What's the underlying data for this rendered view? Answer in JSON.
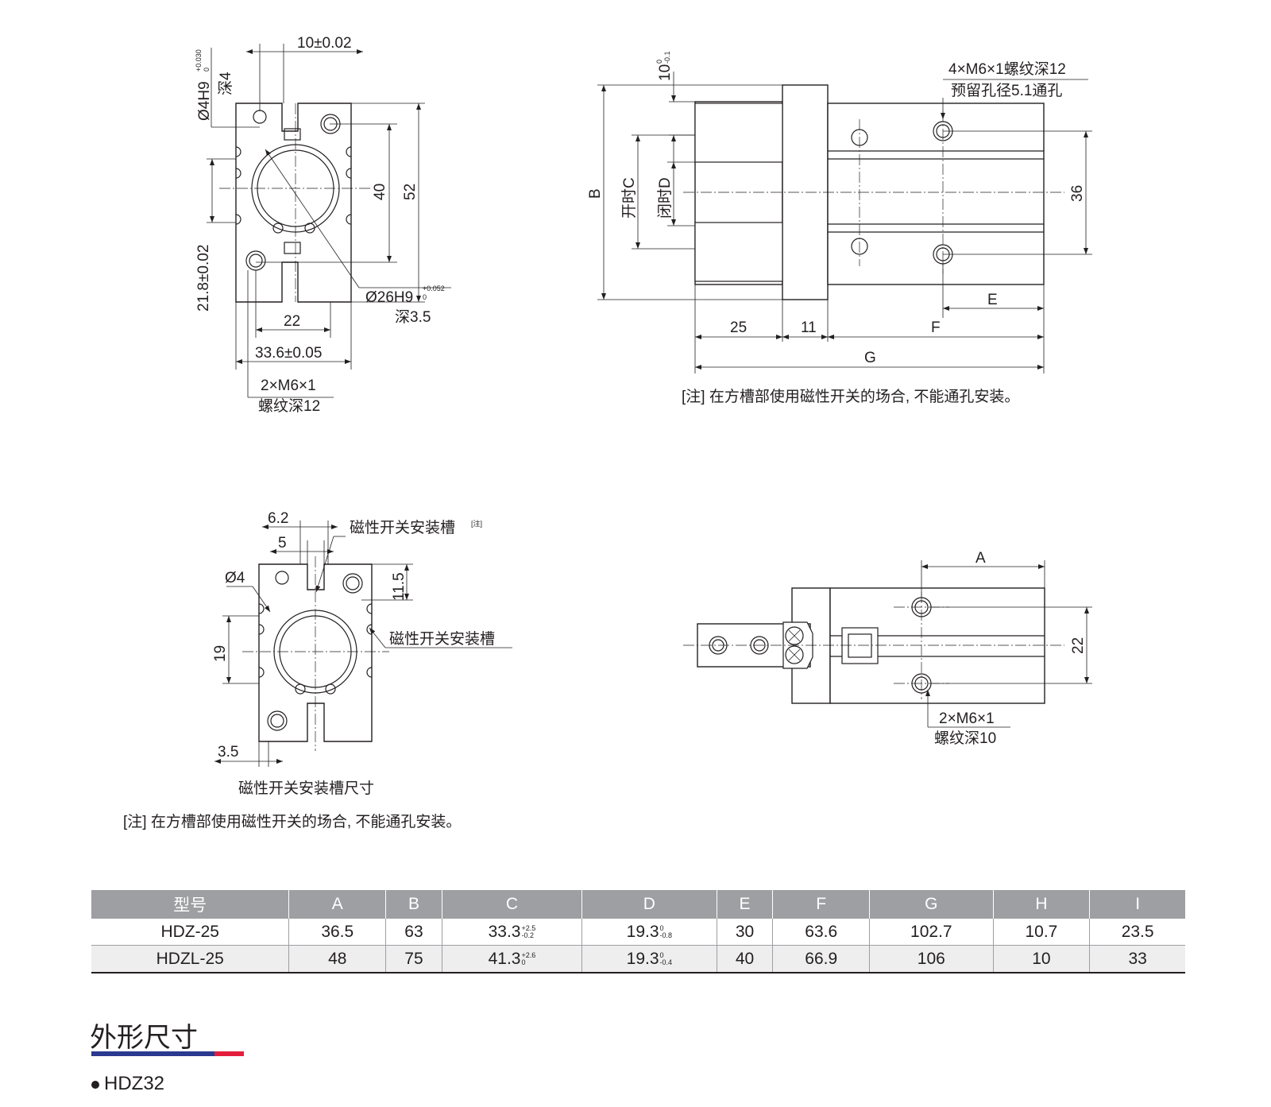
{
  "top_left_view": {
    "dim_width_slot": "10±0.02",
    "dim_pin_hole": "Ø4H9",
    "dim_pin_hole_tol_upper": "+0.030",
    "dim_pin_hole_tol_lower": "0",
    "dim_pin_depth": "深4",
    "dim_40": "40",
    "dim_52": "52",
    "dim_21_8": "21.8±0.02",
    "dim_bore": "Ø26H9",
    "dim_bore_tol_upper": "+0.052",
    "dim_bore_tol_lower": "0",
    "dim_bore_depth": "深3.5",
    "dim_22": "22",
    "dim_33_6": "33.6±0.05",
    "dim_thread": "2×M6×1",
    "dim_thread_depth": "螺纹深12"
  },
  "top_right_view": {
    "dim_10": "10",
    "dim_10_tol_upper": "0",
    "dim_10_tol_lower": "-0.1",
    "dim_thread": "4×M6×1螺纹深12",
    "dim_hole": "预留孔径5.1通孔",
    "dim_B": "B",
    "dim_C": "开时C",
    "dim_D": "闭时D",
    "dim_36": "36",
    "dim_E": "E",
    "dim_25": "25",
    "dim_11": "11",
    "dim_F": "F",
    "dim_G": "G",
    "note": "[注] 在方槽部使用磁性开关的场合, 不能通孔安装。"
  },
  "bottom_left_view": {
    "dim_6_2": "6.2",
    "dim_5": "5",
    "dim_slot_label_top": "磁性开关安装槽",
    "dim_slot_note_mark": "[注]",
    "dim_hole": "Ø4",
    "dim_11_5": "11.5",
    "dim_slot_label_side": "磁性开关安装槽",
    "dim_19": "19",
    "dim_3_5": "3.5",
    "caption": "磁性开关安装槽尺寸",
    "note": "[注] 在方槽部使用磁性开关的场合, 不能通孔安装。"
  },
  "bottom_right_view": {
    "dim_A": "A",
    "dim_22": "22",
    "dim_thread": "2×M6×1",
    "dim_thread_depth": "螺纹深10"
  },
  "table": {
    "headers": [
      "型号",
      "A",
      "B",
      "C",
      "D",
      "E",
      "F",
      "G",
      "H",
      "I"
    ],
    "rows": [
      {
        "model": "HDZ-25",
        "A": "36.5",
        "B": "63",
        "C": "33.3",
        "C_tol_upper": "+2.5",
        "C_tol_lower": "-0.2",
        "D": "19.3",
        "D_tol_upper": "0",
        "D_tol_lower": "-0.8",
        "E": "30",
        "F": "63.6",
        "G": "102.7",
        "H": "10.7",
        "I": "23.5"
      },
      {
        "model": "HDZL-25",
        "A": "48",
        "B": "75",
        "C": "41.3",
        "C_tol_upper": "+2.6",
        "C_tol_lower": "0",
        "D": "19.3",
        "D_tol_upper": "0",
        "D_tol_lower": "-0.4",
        "E": "40",
        "F": "66.9",
        "G": "106",
        "H": "10",
        "I": "33"
      }
    ]
  },
  "section": {
    "title": "外形尺寸",
    "bar_color_blue": "#2b3990",
    "bar_color_red": "#e31e3c",
    "model": "HDZ32"
  }
}
